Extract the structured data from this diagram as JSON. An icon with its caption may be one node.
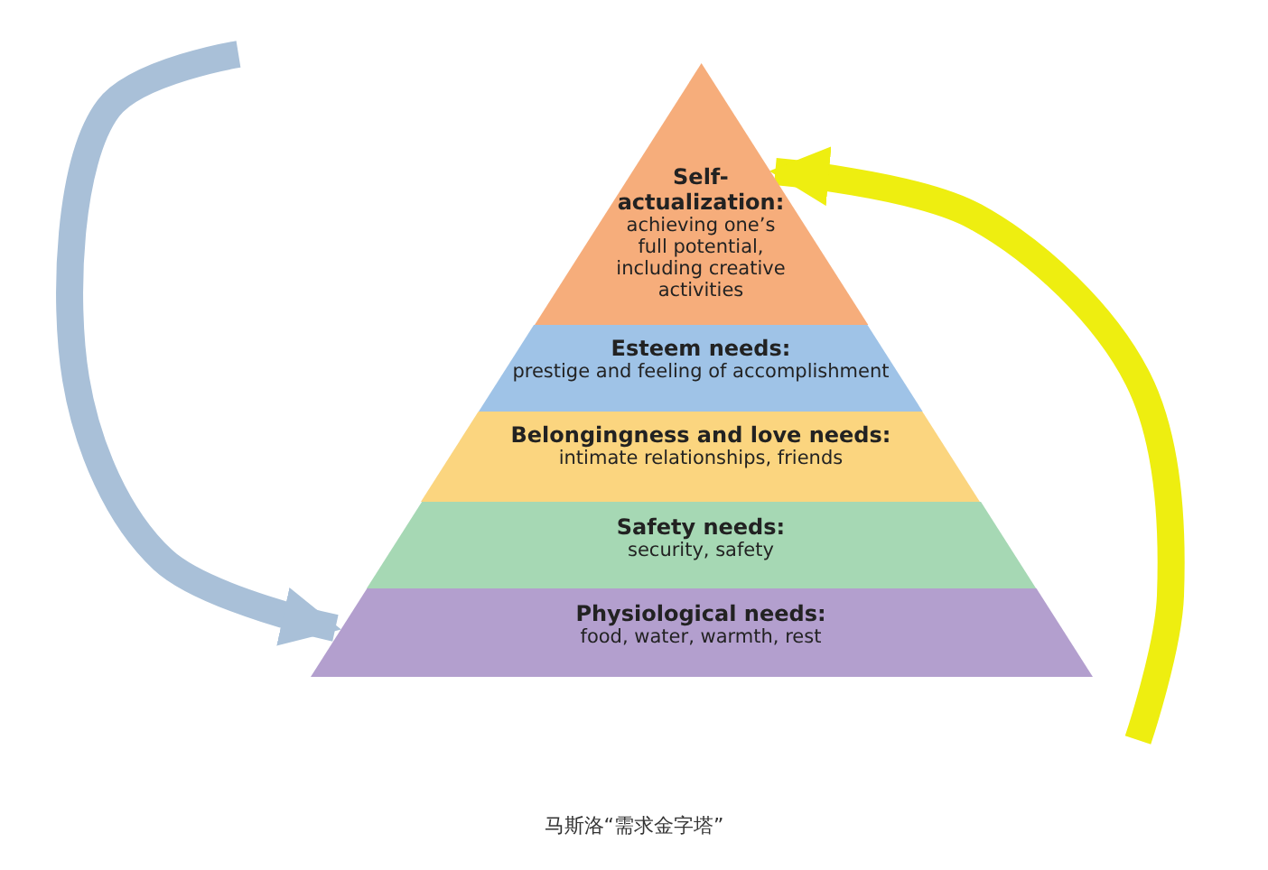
{
  "diagram": {
    "caption": "马斯洛“需求金字塔”",
    "nodes": [
      {
        "text": [
          "Self- actualization:",
          "achieving one’s full potential, including creative activities"
        ]
      },
      {
        "text": [
          "Esteem needs:",
          "prestige and feeling of accomplishment"
        ]
      },
      {
        "text": [
          "Belongingness and love needs:",
          "intimate relationships, friends"
        ]
      },
      {
        "text": [
          "Safety needs:",
          "security, safety"
        ]
      },
      {
        "text": [
          "Physiological needs:",
          "food, water, warmth, rest"
        ]
      }
    ],
    "edges": [
      {
        "from": null,
        "to": 4,
        "arrow": "to",
        "color": "#a9c0d8"
      },
      {
        "from": null,
        "to": 0,
        "arrow": "to",
        "color": "#eeee10"
      }
    ]
  }
}
